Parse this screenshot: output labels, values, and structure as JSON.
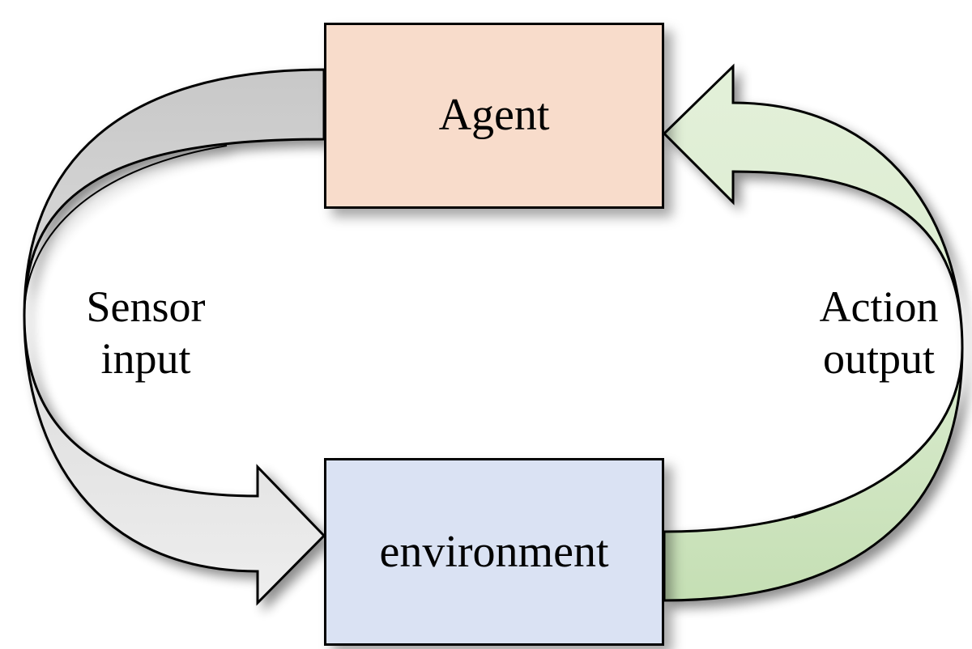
{
  "nodes": {
    "agent": {
      "label": "Agent",
      "fill": "#f8dccb"
    },
    "environment": {
      "label": "environment",
      "fill": "#dae2f3"
    }
  },
  "edges": {
    "sensor_input": {
      "line1": "Sensor",
      "line2": "input",
      "from": "Agent",
      "to": "environment",
      "fill_light": "#eeeeee",
      "fill_dark": "#c8c8c8"
    },
    "action_output": {
      "line1": "Action",
      "line2": "output",
      "from": "environment",
      "to": "Agent",
      "fill_light": "#e3f0d9",
      "fill_dark": "#c5dfb4"
    }
  }
}
